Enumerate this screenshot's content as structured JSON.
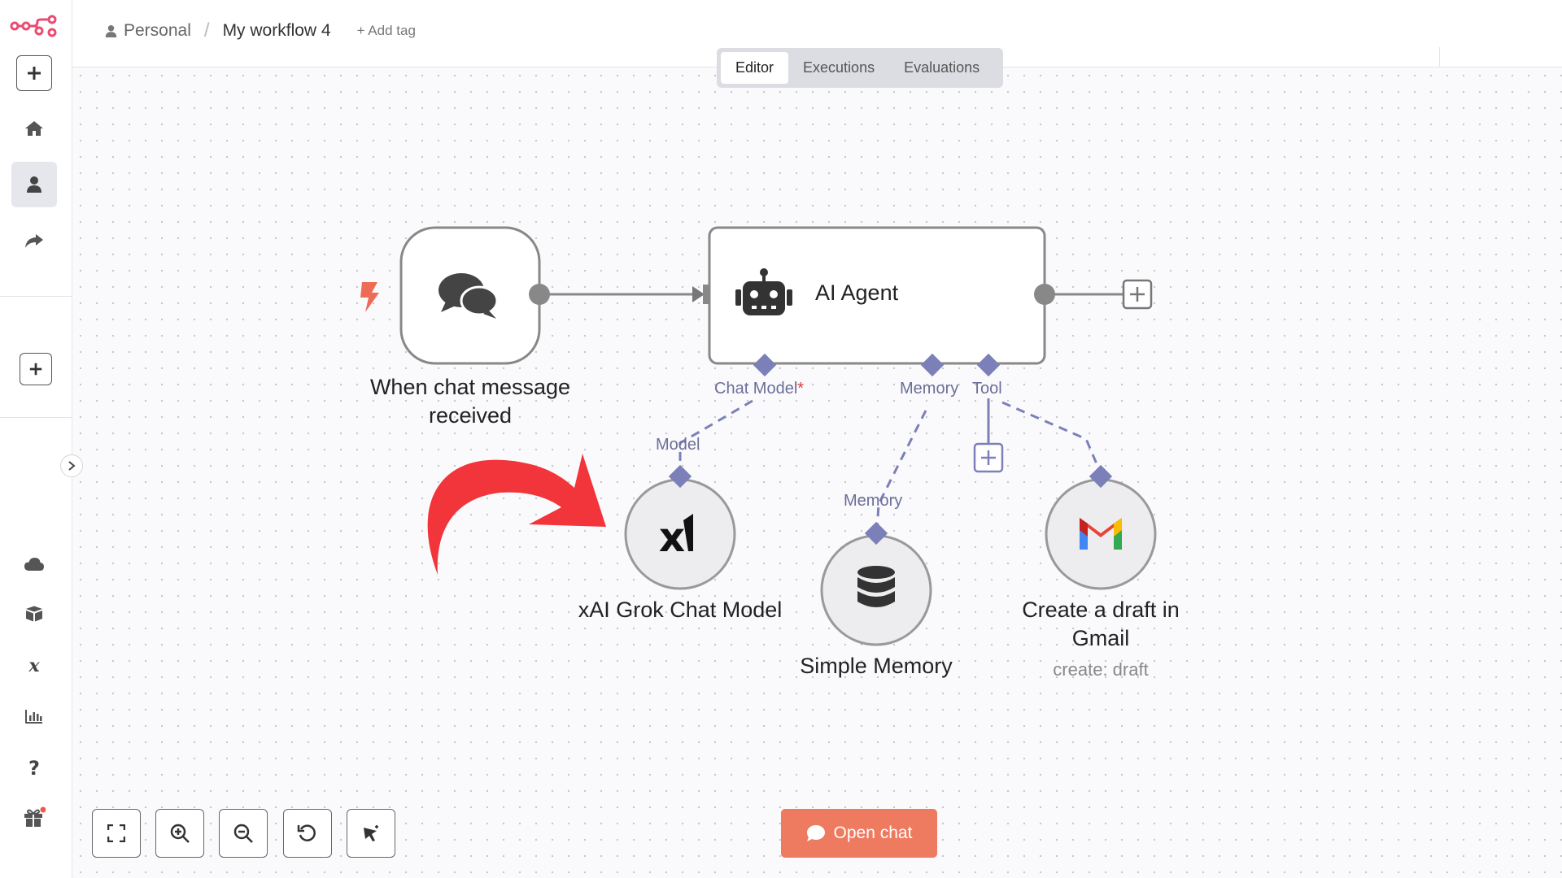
{
  "header": {
    "breadcrumb_personal": "Personal",
    "breadcrumb_separator": "/",
    "workflow_name": "My workflow 4",
    "add_tag": "+ Add tag"
  },
  "tabs": [
    {
      "label": "Editor",
      "active": true
    },
    {
      "label": "Executions",
      "active": false
    },
    {
      "label": "Evaluations",
      "active": false
    }
  ],
  "sidebar": {
    "top_icons": [
      "n8n-logo-icon",
      "plus-icon",
      "home-icon",
      "user-icon",
      "share-icon",
      "plus-icon"
    ],
    "bottom_icons": [
      "cloud-icon",
      "box-icon",
      "variables-icon",
      "insights-icon",
      "help-icon",
      "gift-icon"
    ]
  },
  "nodes": {
    "trigger": {
      "label_line1": "When chat message",
      "label_line2": "received"
    },
    "agent": {
      "title": "AI Agent"
    },
    "model": {
      "label": "xAI Grok Chat Model",
      "logo_text": "x̷"
    },
    "memory": {
      "label": "Simple Memory"
    },
    "gmail": {
      "label_line1": "Create a draft in",
      "label_line2": "Gmail",
      "sublabel": "create: draft"
    }
  },
  "ports": {
    "chat_model": "Chat Model",
    "chat_model_required": "*",
    "memory": "Memory",
    "tool": "Tool",
    "model_in": "Model",
    "memory_in": "Memory"
  },
  "controls": {
    "open_chat": "Open chat",
    "icons": [
      "fit-view-icon",
      "zoom-in-icon",
      "zoom-out-icon",
      "reset-zoom-icon",
      "tidy-up-icon"
    ]
  },
  "colors": {
    "accent": "#ee7a60",
    "port": "#7b80b8",
    "annotation_arrow": "#f2343b"
  }
}
